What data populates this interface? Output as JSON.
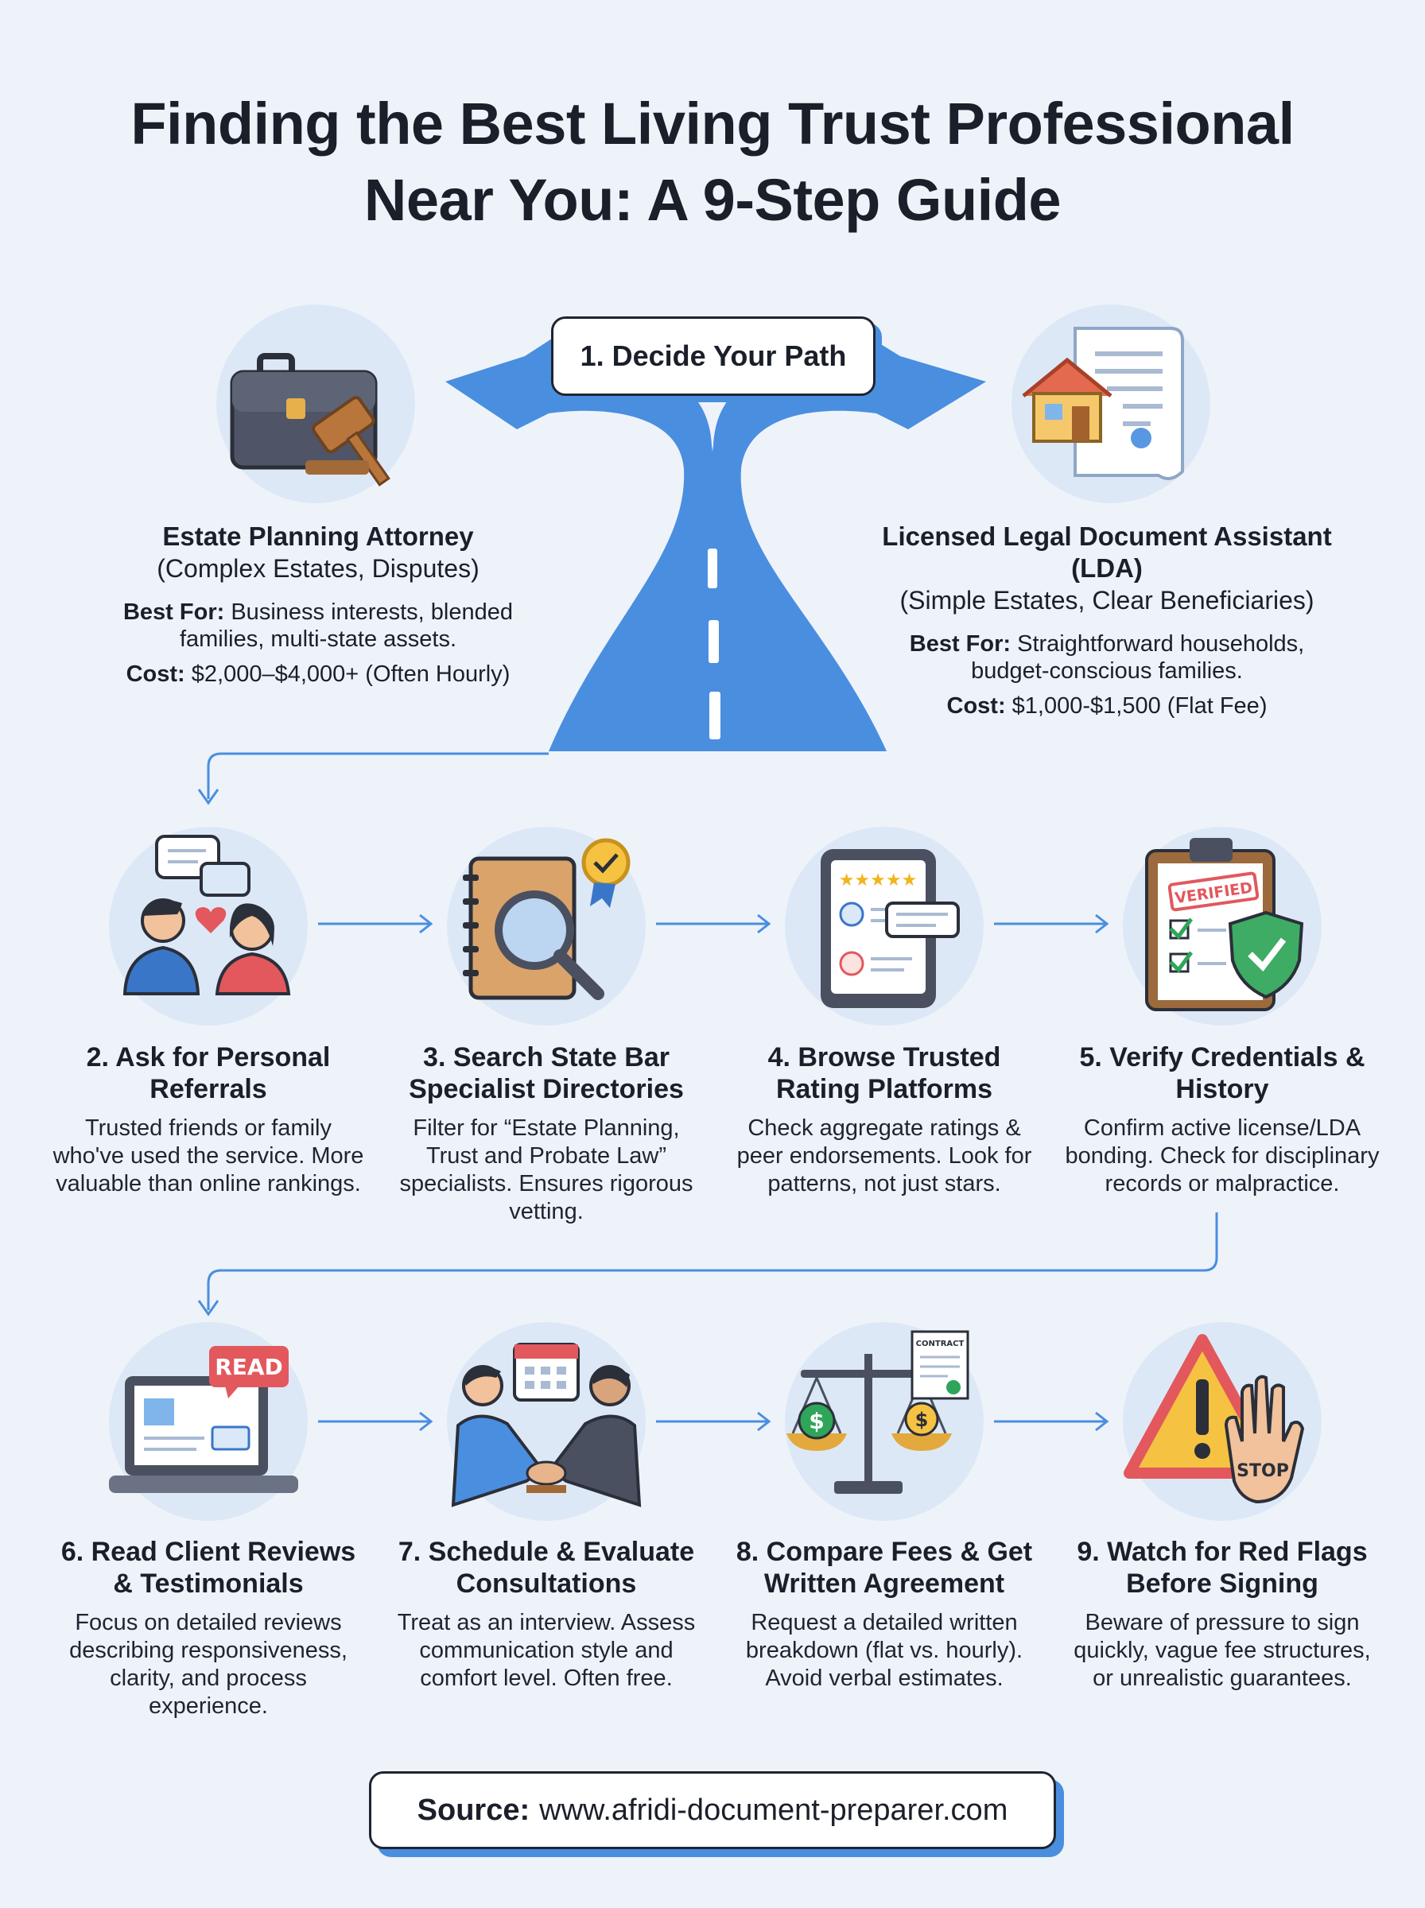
{
  "title": {
    "line1": "Finding the Best Living Trust Professional",
    "line2": "Near You: A 9-Step Guide"
  },
  "step1": {
    "label": "1. Decide Your Path",
    "attorney": {
      "heading": "Estate Planning Attorney",
      "subheading": "(Complex Estates, Disputes)",
      "best_for_label": "Best For:",
      "best_for_text": "Business interests, blended families, multi-state assets.",
      "cost_label": "Cost:",
      "cost_text": "$2,000–$4,000+ (Often Hourly)"
    },
    "lda": {
      "heading": "Licensed Legal Document Assistant (LDA)",
      "subheading": "(Simple Estates, Clear Beneficiaries)",
      "best_for_label": "Best For:",
      "best_for_text": "Straightforward households, budget-conscious families.",
      "cost_label": "Cost:",
      "cost_text": "$1,000-$1,500 (Flat Fee)"
    }
  },
  "steps": [
    {
      "title": "2. Ask for Personal Referrals",
      "desc": "Trusted friends or family who've used the service. More valuable than online rankings.",
      "icon": "referrals-icon"
    },
    {
      "title": "3. Search State Bar Specialist Directories",
      "desc": "Filter for “Estate Planning, Trust and Probate Law” specialists. Ensures rigorous vetting.",
      "icon": "directory-search-icon"
    },
    {
      "title": "4. Browse Trusted Rating Platforms",
      "desc": "Check aggregate ratings & peer endorsements. Look for patterns, not just stars.",
      "icon": "rating-tablet-icon"
    },
    {
      "title": "5. Verify Credentials & History",
      "desc": "Confirm active license/LDA bonding. Check for disciplinary records or malpractice.",
      "icon": "verified-clipboard-icon"
    },
    {
      "title": "6. Read Client Reviews & Testimonials",
      "desc": "Focus on detailed reviews describing responsiveness, clarity, and process experience.",
      "icon": "laptop-reviews-icon"
    },
    {
      "title": "7. Schedule & Evaluate Consultations",
      "desc": "Treat as an interview. Assess communication style and comfort level. Often free.",
      "icon": "handshake-icon"
    },
    {
      "title": "8. Compare Fees & Get Written Agreement",
      "desc": "Request a detailed written breakdown (flat vs. hourly). Avoid verbal estimates.",
      "icon": "scales-contract-icon"
    },
    {
      "title": "9. Watch for Red Flags Before Signing",
      "desc": "Beware of pressure to sign quickly, vague fee structures, or unrealistic guarantees.",
      "icon": "warning-stop-icon"
    }
  ],
  "icon_text": {
    "verified_stamp": "VERIFIED",
    "read_badge": "READ",
    "contract_label": "CONTRACT",
    "stop_label": "STOP",
    "dollar": "$",
    "stars": "★★★★★"
  },
  "source": {
    "label": "Source:",
    "url": "www.afridi-document-preparer.com"
  },
  "colors": {
    "accent_blue": "#4a8ee0",
    "circle_bg": "#dde8f7",
    "page_bg": "#eef3fa"
  }
}
